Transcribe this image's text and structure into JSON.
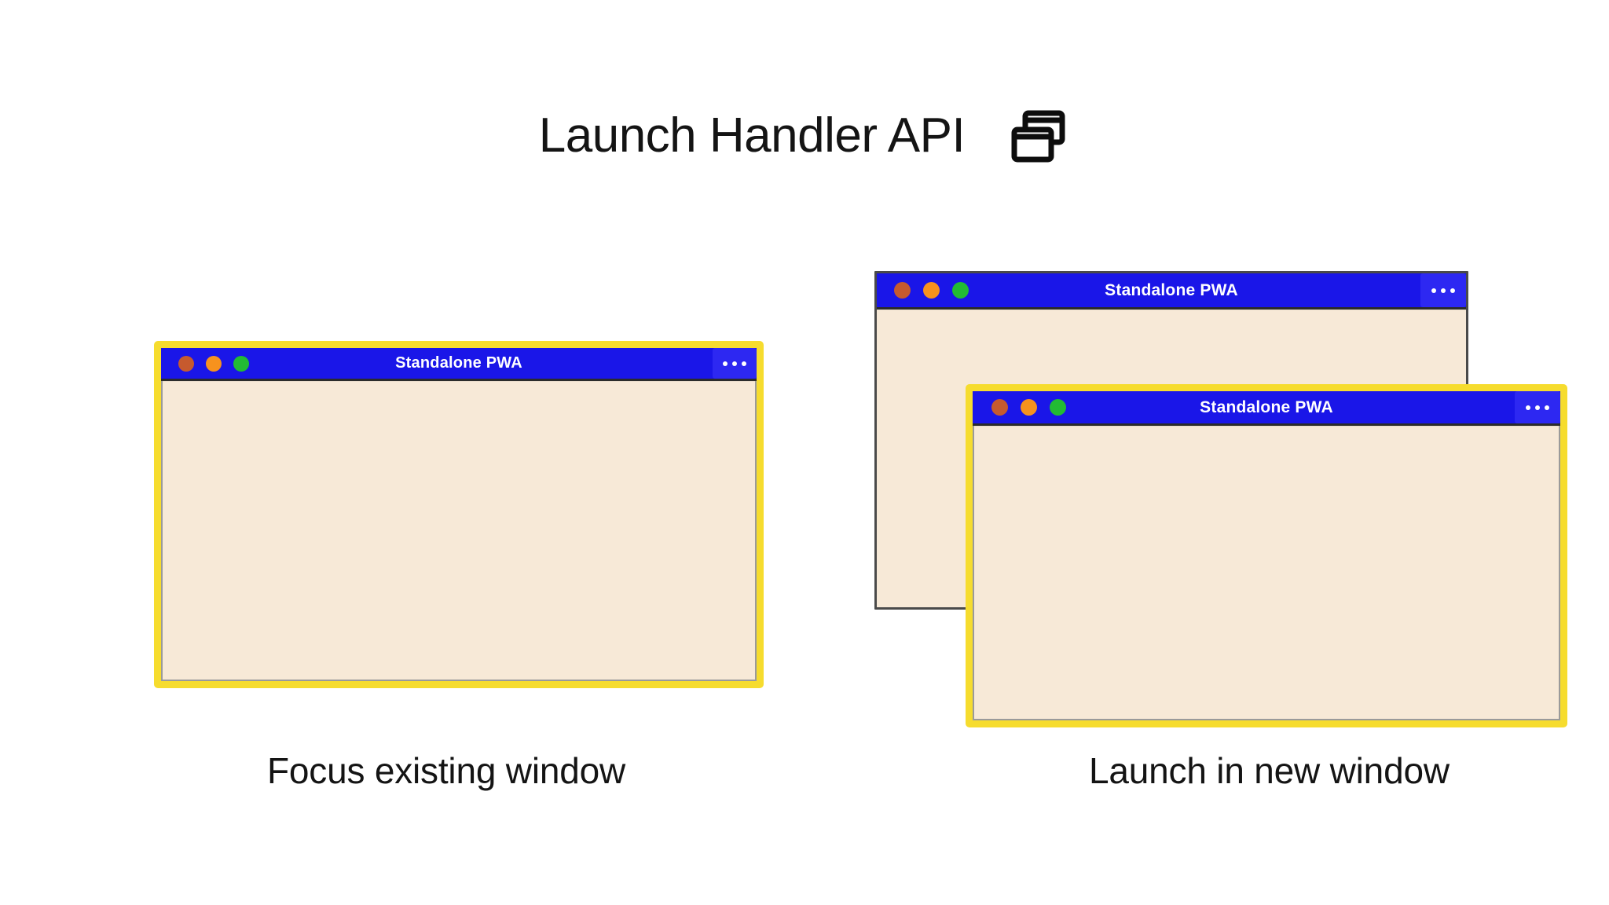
{
  "header": {
    "title": "Launch Handler API",
    "icon": "two-overlapping-windows-icon"
  },
  "windows": {
    "focus": {
      "title": "Standalone PWA",
      "menu_label": "•••",
      "menu_icon": "more-options-icon",
      "state": "focused",
      "border_color": "#F6DC2E",
      "titlebar_color": "#1A16E8",
      "body_color": "#F7E9D7",
      "dots": [
        "close-dot-red",
        "minimize-dot-amber",
        "maximize-dot-green"
      ]
    },
    "back": {
      "title": "Standalone PWA",
      "menu_label": "•••",
      "menu_icon": "more-options-icon",
      "state": "background",
      "border_color": "#4A4A4A",
      "titlebar_color": "#1A16E8",
      "body_color": "#F7E9D7",
      "dots": [
        "close-dot-red",
        "minimize-dot-amber",
        "maximize-dot-green"
      ]
    },
    "front": {
      "title": "Standalone PWA",
      "menu_label": "•••",
      "menu_icon": "more-options-icon",
      "state": "focused",
      "border_color": "#F6DC2E",
      "titlebar_color": "#1A16E8",
      "body_color": "#F7E9D7",
      "dots": [
        "close-dot-red",
        "minimize-dot-amber",
        "maximize-dot-green"
      ]
    }
  },
  "captions": {
    "left": "Focus existing window",
    "right": "Launch in new window"
  },
  "colors": {
    "page_background": "#FFFFFF",
    "highlight": "#F6DC2E",
    "titlebar_blue": "#1A16E8",
    "menu_blue": "#2D28F2",
    "window_body": "#F7E9D7",
    "dot_red": "#C65A2E",
    "dot_amber": "#F7921E",
    "dot_green": "#22BB33",
    "text": "#141414"
  }
}
